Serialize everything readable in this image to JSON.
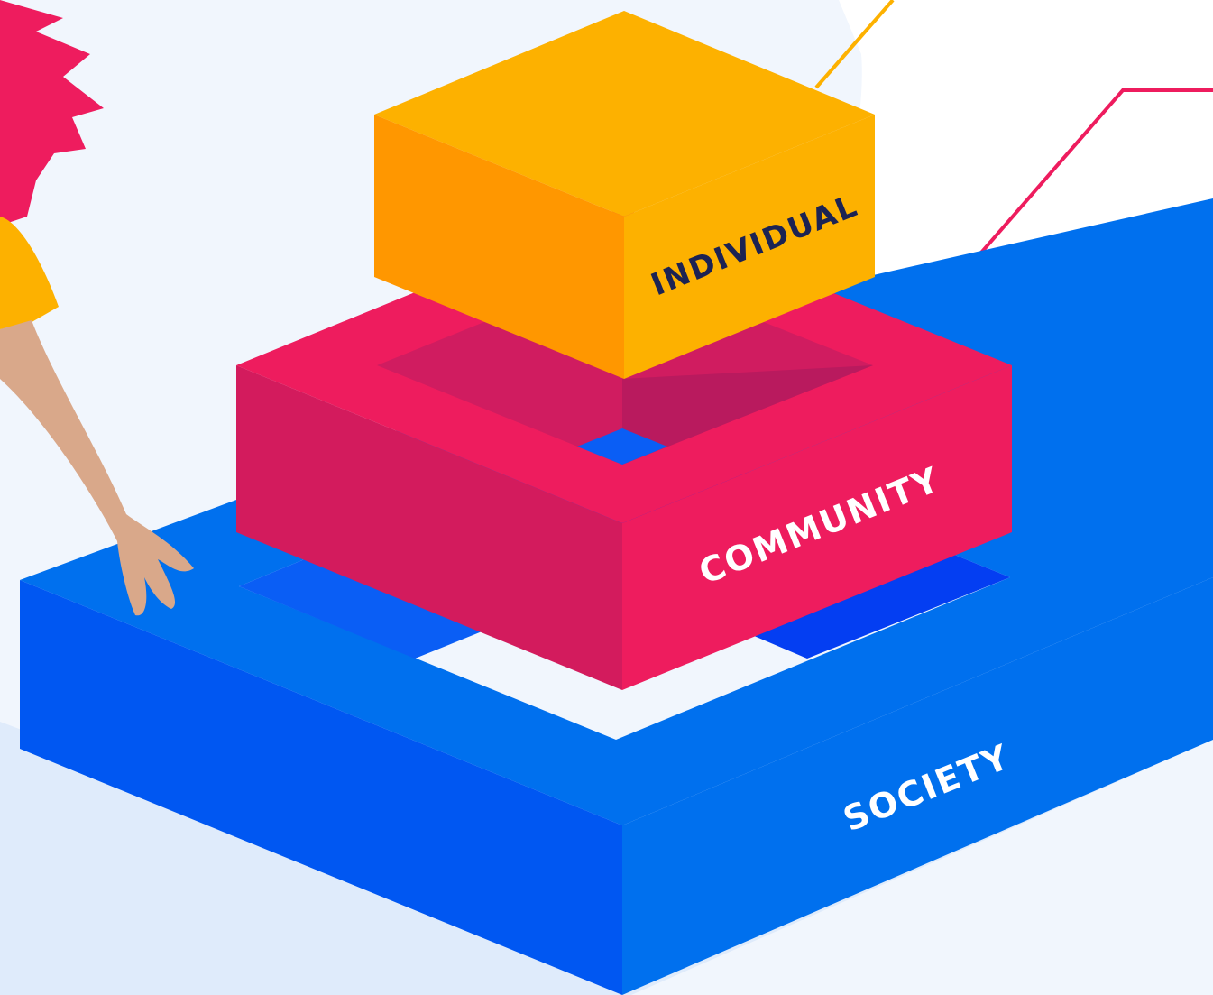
{
  "layers": {
    "individual": {
      "label": "INDIVIDUAL",
      "label_color": "#1c2353",
      "top": "#fdb100",
      "left": "#ff9700",
      "right": "#fdb100",
      "line": "#fdb100"
    },
    "community": {
      "label": "COMMUNITY",
      "label_color": "#ffffff",
      "top": "#ee1c5e",
      "left": "#d31b5d",
      "right": "#ee1c5e",
      "line": "#ee1c5e"
    },
    "society": {
      "label": "SOCIETY",
      "label_color": "#ffffff",
      "top": "#0070ee",
      "left": "#0057f2",
      "right": "#0070ee",
      "line": "#006ff0"
    }
  },
  "colors": {
    "background": "#f1f6fd",
    "shadow": "#dfebfb",
    "callout": "#ffffff",
    "hair": "#ee1c5e",
    "shirt": "#fdb100",
    "skin": "#d9a88a"
  }
}
